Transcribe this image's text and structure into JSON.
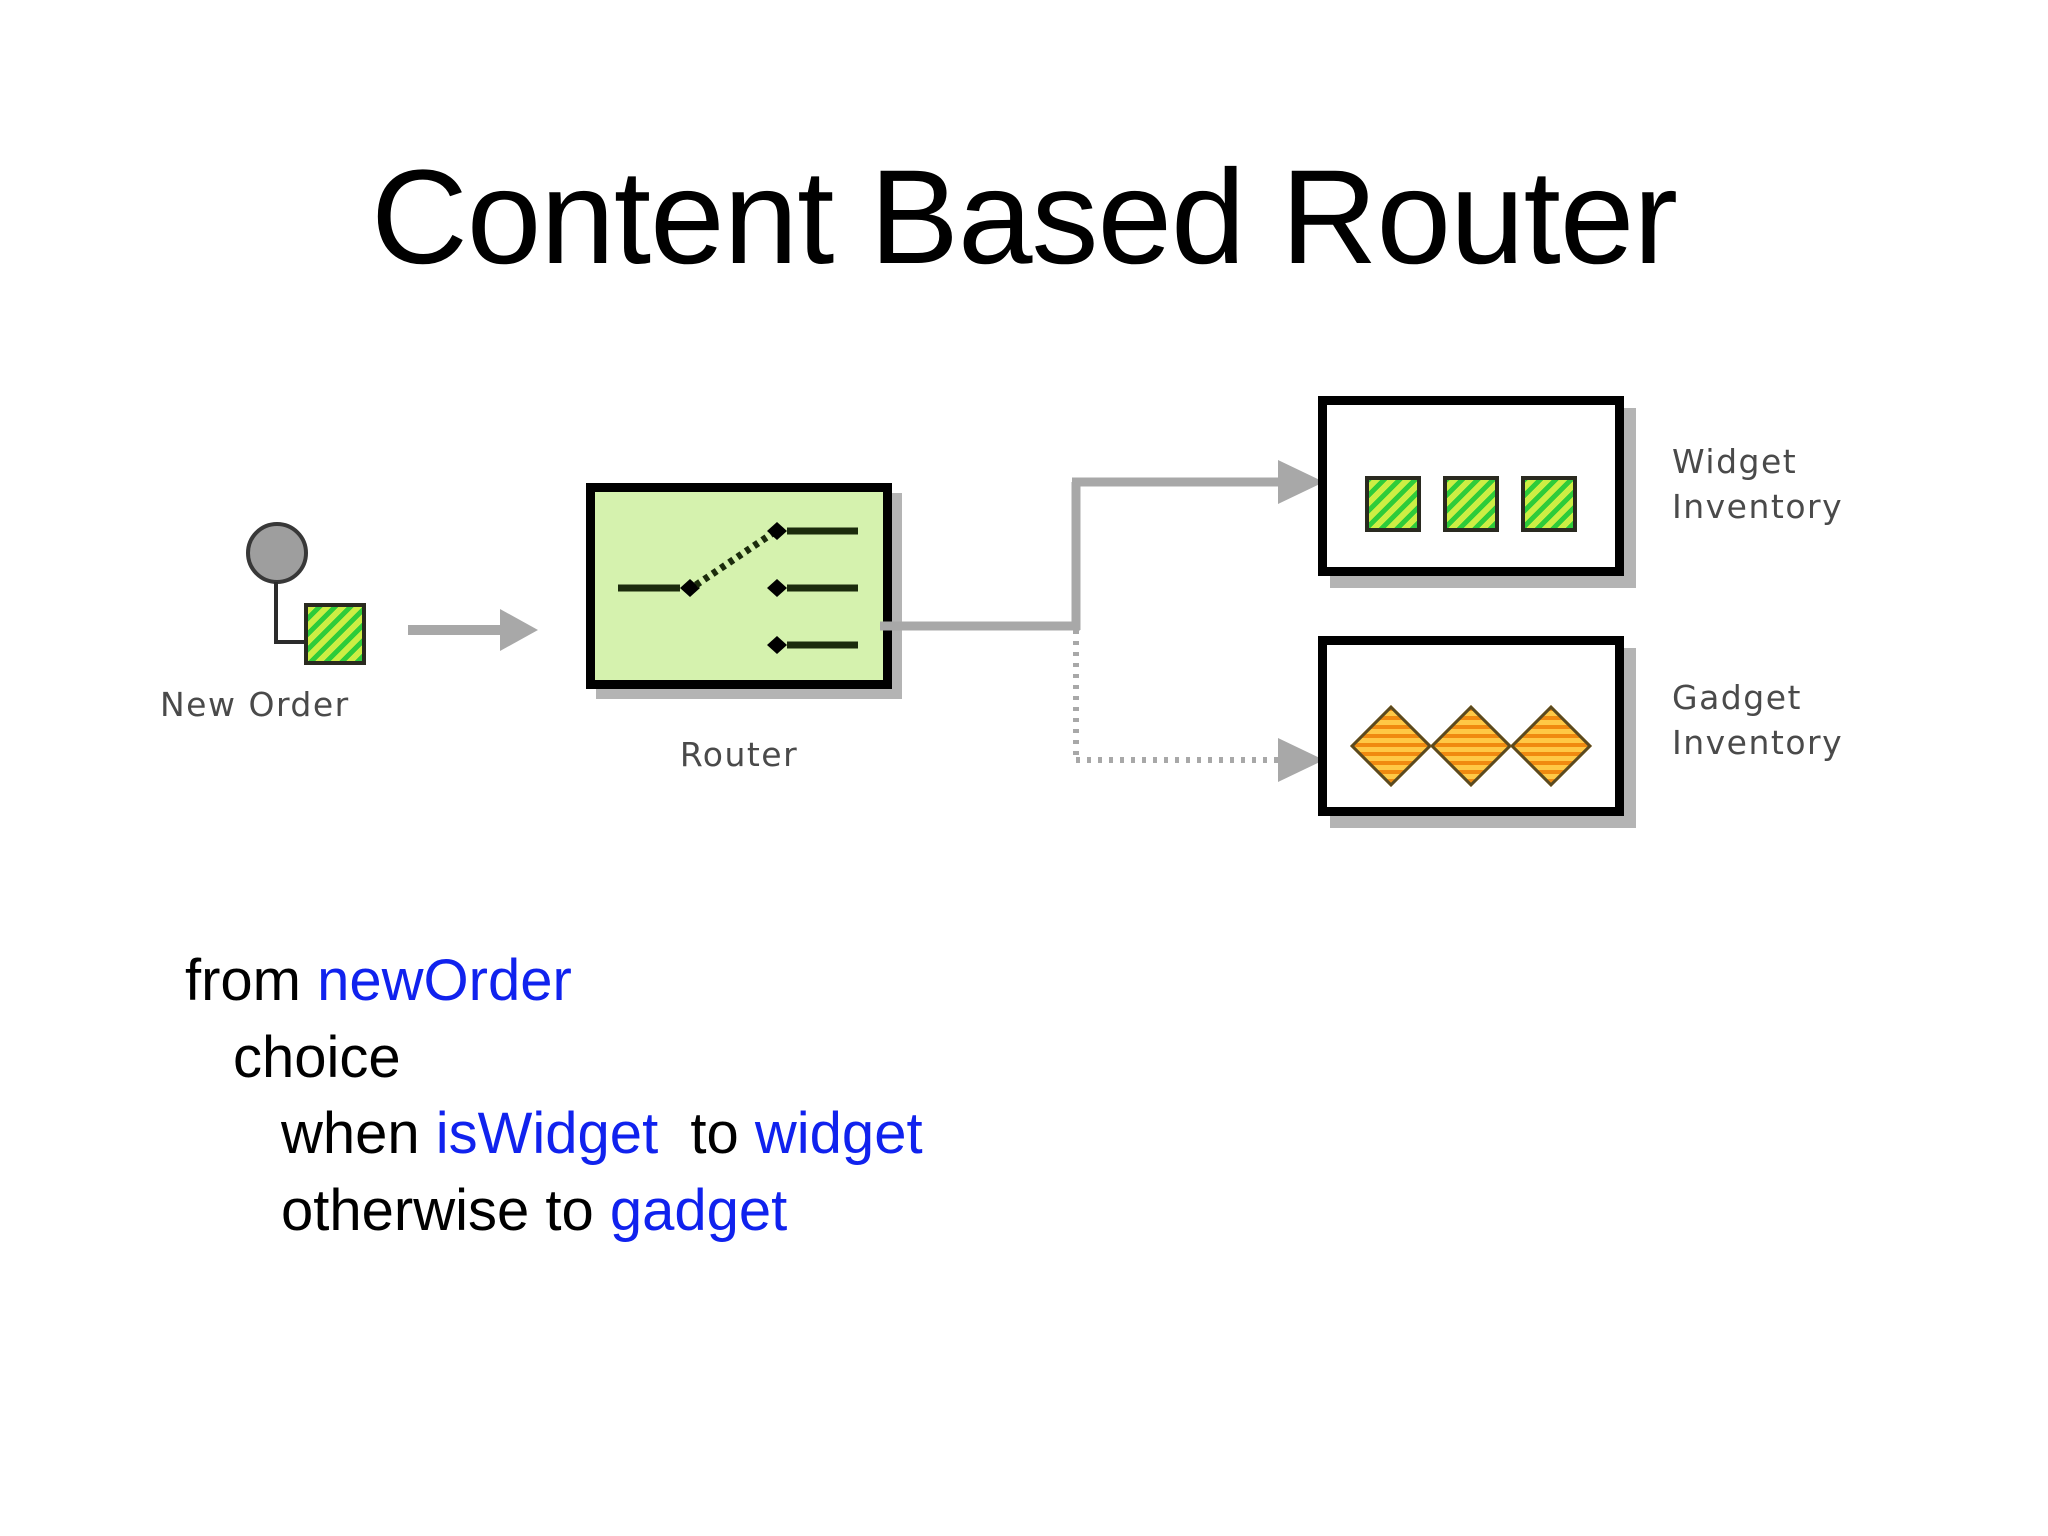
{
  "slide": {
    "title": "Content Based Router"
  },
  "diagram": {
    "source": {
      "label": "New Order",
      "icon_circle": "message-endpoint-circle-icon",
      "icon_message": "green-hatched-message-icon"
    },
    "router": {
      "label": "Router",
      "icon": "content-based-router-switch-icon",
      "fill_color": "#d5f2ae",
      "border_color": "#000000"
    },
    "arrows": {
      "input": "solid-gray-arrow",
      "widget_branch": "solid-gray-arrow",
      "gadget_branch": "dotted-gray-arrow",
      "line_color": "#a8a8a8"
    },
    "destinations": [
      {
        "label": "Widget\nInventory",
        "item_icon": "green-hatched-square-icon",
        "item_count": 3,
        "item_color": "#2ecc3a"
      },
      {
        "label": "Gadget\nInventory",
        "item_icon": "orange-striped-diamond-icon",
        "item_count": 3,
        "item_color": "#f59b18"
      }
    ]
  },
  "code": {
    "accent_color": "#1022ee",
    "lines": [
      {
        "indent": 0,
        "tokens": [
          {
            "text": "from ",
            "type": "kw"
          },
          {
            "text": "newOrder",
            "type": "id"
          }
        ]
      },
      {
        "indent": 1,
        "tokens": [
          {
            "text": "choice",
            "type": "kw"
          }
        ]
      },
      {
        "indent": 2,
        "tokens": [
          {
            "text": "when ",
            "type": "kw"
          },
          {
            "text": "isWidget",
            "type": "id"
          },
          {
            "text": "  to ",
            "type": "kw"
          },
          {
            "text": "widget",
            "type": "id"
          }
        ]
      },
      {
        "indent": 2,
        "tokens": [
          {
            "text": "otherwise to ",
            "type": "kw"
          },
          {
            "text": "gadget",
            "type": "id"
          }
        ]
      }
    ],
    "line1_kw": "from ",
    "line1_id": "newOrder",
    "line2_kw": "choice",
    "line3_kw1": "when ",
    "line3_id1": "isWidget",
    "line3_kw2": "  to ",
    "line3_id2": "widget",
    "line4_kw": "otherwise to ",
    "line4_id": "gadget"
  }
}
